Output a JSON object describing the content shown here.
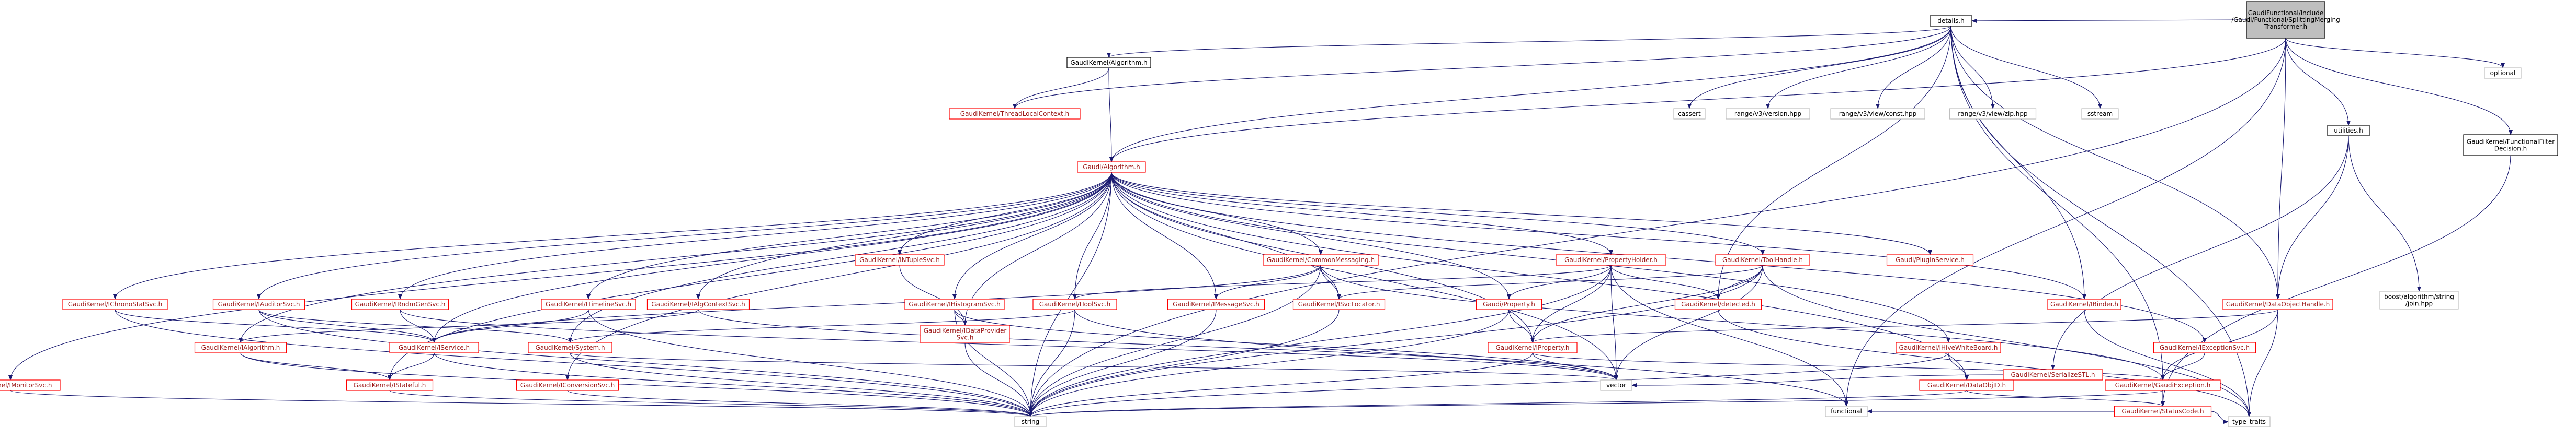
{
  "colors": {
    "edge": "#191970",
    "normal_border": "#000000",
    "normal_fill": "#ffffff",
    "normal_text": "#000000",
    "link_border": "#ff0000",
    "link_text": "#9c1919",
    "focus_fill": "#bfbfbf",
    "focus_border": "#000000"
  },
  "nodes": [
    {
      "id": "root",
      "style": "focus",
      "lines": [
        "GaudiFunctional/include",
        "/Gaudi/Functional/SplittingMerging",
        "Transformer.h"
      ]
    },
    {
      "id": "details",
      "style": "normal",
      "lines": [
        "details.h"
      ]
    },
    {
      "id": "optional",
      "style": "plain",
      "lines": [
        "optional"
      ]
    },
    {
      "id": "algorithm_h",
      "style": "normal",
      "lines": [
        "GaudiKernel/Algorithm.h"
      ]
    },
    {
      "id": "cassert",
      "style": "plain",
      "lines": [
        "cassert"
      ]
    },
    {
      "id": "rv_version",
      "style": "plain",
      "lines": [
        "range/v3/version.hpp"
      ]
    },
    {
      "id": "rv_const",
      "style": "plain",
      "lines": [
        "range/v3/view/const.hpp"
      ]
    },
    {
      "id": "rv_zip",
      "style": "plain",
      "lines": [
        "range/v3/view/zip.hpp"
      ]
    },
    {
      "id": "sstream",
      "style": "plain",
      "lines": [
        "sstream"
      ]
    },
    {
      "id": "utilities",
      "style": "normal",
      "lines": [
        "utilities.h"
      ]
    },
    {
      "id": "filter_decision",
      "style": "normal",
      "lines": [
        "GaudiKernel/FunctionalFilter",
        "Decision.h"
      ]
    },
    {
      "id": "thread_local",
      "style": "link",
      "lines": [
        "GaudiKernel/ThreadLocalContext.h"
      ]
    },
    {
      "id": "gaudi_algorithm",
      "style": "link",
      "lines": [
        "Gaudi/Algorithm.h"
      ]
    },
    {
      "id": "inttuplesvc",
      "style": "link",
      "lines": [
        "GaudiKernel/INTupleSvc.h"
      ]
    },
    {
      "id": "common_messaging",
      "style": "link",
      "lines": [
        "GaudiKernel/CommonMessaging.h"
      ]
    },
    {
      "id": "property_holder",
      "style": "link",
      "lines": [
        "GaudiKernel/PropertyHolder.h"
      ]
    },
    {
      "id": "toolhandle",
      "style": "link",
      "lines": [
        "GaudiKernel/ToolHandle.h"
      ]
    },
    {
      "id": "pluginservice",
      "style": "link",
      "lines": [
        "Gaudi/PluginService.h"
      ]
    },
    {
      "id": "ichronostat",
      "style": "link",
      "lines": [
        "GaudiKernel/IChronoStatSvc.h"
      ]
    },
    {
      "id": "iauditorsvc",
      "style": "link",
      "lines": [
        "GaudiKernel/IAuditorSvc.h"
      ]
    },
    {
      "id": "irndmgensvc",
      "style": "link",
      "lines": [
        "GaudiKernel/IRndmGenSvc.h"
      ]
    },
    {
      "id": "itimelinesvc",
      "style": "link",
      "lines": [
        "GaudiKernel/ITimelineSvc.h"
      ]
    },
    {
      "id": "ialgcontextsvc",
      "style": "link",
      "lines": [
        "GaudiKernel/IAlgContextSvc.h"
      ]
    },
    {
      "id": "ihistogramsvc",
      "style": "link",
      "lines": [
        "GaudiKernel/IHistogramSvc.h"
      ]
    },
    {
      "id": "itoolsvc",
      "style": "link",
      "lines": [
        "GaudiKernel/IToolSvc.h"
      ]
    },
    {
      "id": "imessagesvc",
      "style": "link",
      "lines": [
        "GaudiKernel/IMessageSvc.h"
      ]
    },
    {
      "id": "isvclocator",
      "style": "link",
      "lines": [
        "GaudiKernel/ISvcLocator.h"
      ]
    },
    {
      "id": "property_h",
      "style": "link",
      "lines": [
        "Gaudi/Property.h"
      ]
    },
    {
      "id": "detected",
      "style": "link",
      "lines": [
        "GaudiKernel/detected.h"
      ]
    },
    {
      "id": "ibinder",
      "style": "link",
      "lines": [
        "GaudiKernel/IBinder.h"
      ]
    },
    {
      "id": "dataobjecthandle",
      "style": "link",
      "lines": [
        "GaudiKernel/DataObjectHandle.h"
      ]
    },
    {
      "id": "boost_json",
      "style": "plain",
      "lines": [
        "boost/algorithm/string",
        "/join.hpp"
      ]
    },
    {
      "id": "imonitorsvc",
      "style": "link",
      "lines": [
        "GaudiKernel/IMonitorSvc.h"
      ]
    },
    {
      "id": "ialgorithm",
      "style": "link",
      "lines": [
        "GaudiKernel/IAlgorithm.h"
      ]
    },
    {
      "id": "iservice",
      "style": "link",
      "lines": [
        "GaudiKernel/IService.h"
      ]
    },
    {
      "id": "system_h",
      "style": "link",
      "lines": [
        "GaudiKernel/System.h"
      ]
    },
    {
      "id": "idataprovider",
      "style": "link",
      "lines": [
        "GaudiKernel/IDataProvider",
        "Svc.h"
      ]
    },
    {
      "id": "iproperty",
      "style": "link",
      "lines": [
        "GaudiKernel/IProperty.h"
      ]
    },
    {
      "id": "ihivewhiteboard",
      "style": "link",
      "lines": [
        "GaudiKernel/IHiveWhiteBoard.h"
      ]
    },
    {
      "id": "serializestl",
      "style": "link",
      "lines": [
        "GaudiKernel/SerializeSTL.h"
      ]
    },
    {
      "id": "iexceptionsvc",
      "style": "link",
      "lines": [
        "GaudiKernel/IExceptionSvc.h"
      ]
    },
    {
      "id": "istateful",
      "style": "link",
      "lines": [
        "GaudiKernel/IStateful.h"
      ]
    },
    {
      "id": "iconversionsvc",
      "style": "link",
      "lines": [
        "GaudiKernel/IConversionSvc.h"
      ]
    },
    {
      "id": "vector",
      "style": "plain",
      "lines": [
        "vector"
      ]
    },
    {
      "id": "idataobjid",
      "style": "link",
      "lines": [
        "GaudiKernel/DataObjID.h"
      ]
    },
    {
      "id": "gaudiexception",
      "style": "link",
      "lines": [
        "GaudiKernel/GaudiException.h"
      ]
    },
    {
      "id": "string",
      "style": "plain",
      "lines": [
        "string"
      ]
    },
    {
      "id": "statuscode",
      "style": "link",
      "lines": [
        "GaudiKernel/StatusCode.h"
      ]
    },
    {
      "id": "functional",
      "style": "plain",
      "lines": [
        "functional"
      ]
    },
    {
      "id": "type_traits",
      "style": "plain",
      "lines": [
        "type_traits"
      ]
    }
  ],
  "edges": [
    [
      "root",
      "details"
    ],
    [
      "root",
      "optional"
    ],
    [
      "root",
      "utilities"
    ],
    [
      "root",
      "filter_decision"
    ],
    [
      "root",
      "gaudi_algorithm"
    ],
    [
      "root",
      "dataobjecthandle"
    ],
    [
      "root",
      "string"
    ],
    [
      "root",
      "functional"
    ],
    [
      "details",
      "algorithm_h"
    ],
    [
      "details",
      "thread_local"
    ],
    [
      "details",
      "gaudi_algorithm"
    ],
    [
      "details",
      "cassert"
    ],
    [
      "details",
      "rv_version"
    ],
    [
      "details",
      "rv_const"
    ],
    [
      "details",
      "rv_zip"
    ],
    [
      "details",
      "sstream"
    ],
    [
      "details",
      "detected"
    ],
    [
      "details",
      "ibinder"
    ],
    [
      "details",
      "dataobjecthandle"
    ],
    [
      "details",
      "gaudiexception"
    ],
    [
      "details",
      "type_traits"
    ],
    [
      "algorithm_h",
      "thread_local"
    ],
    [
      "algorithm_h",
      "gaudi_algorithm"
    ],
    [
      "utilities",
      "dataobjecthandle"
    ],
    [
      "utilities",
      "serializestl"
    ],
    [
      "utilities",
      "boost_json"
    ],
    [
      "filter_decision",
      "statuscode"
    ],
    [
      "gaudi_algorithm",
      "inttuplesvc"
    ],
    [
      "gaudi_algorithm",
      "common_messaging"
    ],
    [
      "gaudi_algorithm",
      "property_holder"
    ],
    [
      "gaudi_algorithm",
      "toolhandle"
    ],
    [
      "gaudi_algorithm",
      "pluginservice"
    ],
    [
      "gaudi_algorithm",
      "ichronostat"
    ],
    [
      "gaudi_algorithm",
      "iauditorsvc"
    ],
    [
      "gaudi_algorithm",
      "irndmgensvc"
    ],
    [
      "gaudi_algorithm",
      "itimelinesvc"
    ],
    [
      "gaudi_algorithm",
      "ialgcontextsvc"
    ],
    [
      "gaudi_algorithm",
      "ihistogramsvc"
    ],
    [
      "gaudi_algorithm",
      "itoolsvc"
    ],
    [
      "gaudi_algorithm",
      "imessagesvc"
    ],
    [
      "gaudi_algorithm",
      "isvclocator"
    ],
    [
      "gaudi_algorithm",
      "property_h"
    ],
    [
      "gaudi_algorithm",
      "imonitorsvc"
    ],
    [
      "gaudi_algorithm",
      "ialgorithm"
    ],
    [
      "gaudi_algorithm",
      "iservice"
    ],
    [
      "gaudi_algorithm",
      "system_h"
    ],
    [
      "gaudi_algorithm",
      "idataprovider"
    ],
    [
      "gaudi_algorithm",
      "iproperty"
    ],
    [
      "gaudi_algorithm",
      "ihivewhiteboard"
    ],
    [
      "gaudi_algorithm",
      "iexceptionsvc"
    ],
    [
      "gaudi_algorithm",
      "istateful"
    ],
    [
      "gaudi_algorithm",
      "iconversionsvc"
    ],
    [
      "gaudi_algorithm",
      "vector"
    ],
    [
      "gaudi_algorithm",
      "idataobjid"
    ],
    [
      "gaudi_algorithm",
      "string"
    ],
    [
      "gaudi_algorithm",
      "ibinder"
    ],
    [
      "inttuplesvc",
      "idataprovider"
    ],
    [
      "common_messaging",
      "imessagesvc"
    ],
    [
      "common_messaging",
      "isvclocator"
    ],
    [
      "common_messaging",
      "gaudiexception"
    ],
    [
      "common_messaging",
      "string"
    ],
    [
      "common_messaging",
      "iservice"
    ],
    [
      "property_holder",
      "property_h"
    ],
    [
      "property_holder",
      "iproperty"
    ],
    [
      "property_holder",
      "detected"
    ],
    [
      "property_holder",
      "itoolsvc"
    ],
    [
      "property_holder",
      "vector"
    ],
    [
      "property_holder",
      "string"
    ],
    [
      "property_holder",
      "functional"
    ],
    [
      "toolhandle",
      "iproperty"
    ],
    [
      "toolhandle",
      "vector"
    ],
    [
      "toolhandle",
      "string"
    ],
    [
      "toolhandle",
      "type_traits"
    ],
    [
      "toolhandle",
      "isvclocator"
    ],
    [
      "toolhandle",
      "detected"
    ],
    [
      "ichronostat",
      "iservice"
    ],
    [
      "ichronostat",
      "string"
    ],
    [
      "iauditorsvc",
      "iservice"
    ],
    [
      "iauditorsvc",
      "string"
    ],
    [
      "iauditorsvc",
      "system_h"
    ],
    [
      "irndmgensvc",
      "iservice"
    ],
    [
      "irndmgensvc",
      "vector"
    ],
    [
      "itimelinesvc",
      "iservice"
    ],
    [
      "itimelinesvc",
      "string"
    ],
    [
      "ialgcontextsvc",
      "ialgorithm"
    ],
    [
      "ialgcontextsvc",
      "vector"
    ],
    [
      "ihistogramsvc",
      "idataprovider"
    ],
    [
      "ihistogramsvc",
      "string"
    ],
    [
      "ihistogramsvc",
      "vector"
    ],
    [
      "itoolsvc",
      "string"
    ],
    [
      "itoolsvc",
      "system_h"
    ],
    [
      "itoolsvc",
      "functional"
    ],
    [
      "imessagesvc",
      "string"
    ],
    [
      "isvclocator",
      "string"
    ],
    [
      "property_h",
      "iproperty"
    ],
    [
      "property_h",
      "string"
    ],
    [
      "detected",
      "type_traits"
    ],
    [
      "ibinder",
      "type_traits"
    ],
    [
      "dataobjecthandle",
      "iproperty"
    ],
    [
      "dataobjecthandle",
      "gaudiexception"
    ],
    [
      "dataobjecthandle",
      "type_traits"
    ],
    [
      "imonitorsvc",
      "string"
    ],
    [
      "ialgorithm",
      "istateful"
    ],
    [
      "ialgorithm",
      "string"
    ],
    [
      "iservice",
      "istateful"
    ],
    [
      "iservice",
      "string"
    ],
    [
      "system_h",
      "string"
    ],
    [
      "system_h",
      "vector"
    ],
    [
      "idataprovider",
      "string"
    ],
    [
      "iproperty",
      "string"
    ],
    [
      "iproperty",
      "vector"
    ],
    [
      "iproperty",
      "gaudiexception"
    ],
    [
      "ihivewhiteboard",
      "idataobjid"
    ],
    [
      "ihivewhiteboard",
      "string"
    ],
    [
      "serializestl",
      "vector"
    ],
    [
      "iexceptionsvc",
      "gaudiexception"
    ],
    [
      "istateful",
      "string"
    ],
    [
      "iconversionsvc",
      "string"
    ],
    [
      "idataobjid",
      "string"
    ],
    [
      "idataobjid",
      "statuscode"
    ],
    [
      "gaudiexception",
      "statuscode"
    ],
    [
      "gaudiexception",
      "string"
    ],
    [
      "statuscode",
      "functional"
    ],
    [
      "statuscode",
      "type_traits"
    ]
  ]
}
